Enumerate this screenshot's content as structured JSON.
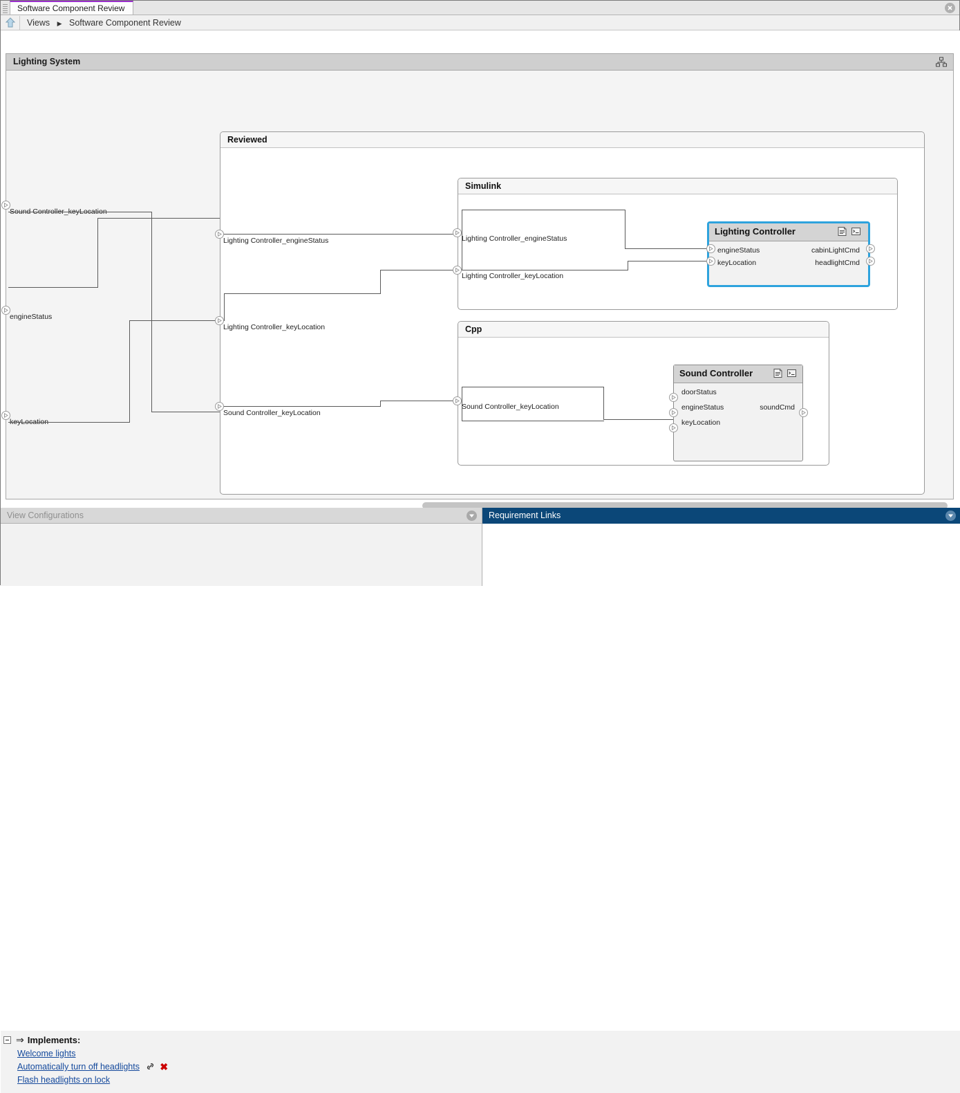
{
  "window": {
    "tab_label": "Software Component Review",
    "tab_close_icon": "close-icon"
  },
  "breadcrumb": {
    "home_icon": "up-arrow-icon",
    "root": "Views",
    "separator": "▶",
    "current": "Software Component Review"
  },
  "canvas": {
    "system": {
      "title": "Lighting System",
      "header_icon": "component-hierarchy-icon"
    },
    "interface_ports": [
      {
        "label": "Sound Controller_keyLocation"
      },
      {
        "label": "engineStatus"
      },
      {
        "label": "keyLocation"
      }
    ],
    "reviewed": {
      "title": "Reviewed",
      "ports": [
        {
          "label": "Lighting Controller_engineStatus"
        },
        {
          "label": "Lighting Controller_keyLocation"
        },
        {
          "label": "Sound Controller_keyLocation"
        }
      ]
    },
    "simulink": {
      "title": "Simulink",
      "ports": [
        {
          "label": "Lighting Controller_engineStatus"
        },
        {
          "label": "Lighting Controller_keyLocation"
        }
      ],
      "component": {
        "name": "Lighting Controller",
        "selected": true,
        "icons": [
          "document-icon",
          "code-terminal-icon"
        ],
        "inputs": [
          "engineStatus",
          "keyLocation"
        ],
        "outputs": [
          "cabinLightCmd",
          "headlightCmd"
        ]
      }
    },
    "cpp": {
      "title": "Cpp",
      "ports": [
        {
          "label": "Sound Controller_keyLocation"
        }
      ],
      "component": {
        "name": "Sound Controller",
        "selected": false,
        "icons": [
          "document-icon",
          "code-terminal-icon"
        ],
        "inputs": [
          "doorStatus",
          "engineStatus",
          "keyLocation"
        ],
        "outputs": [
          "soundCmd"
        ]
      }
    },
    "scrollbar": {
      "name": "horizontal-scrollbar"
    }
  },
  "panels": {
    "view_configurations": {
      "title": "View Configurations",
      "active": false,
      "close_icon": "panel-close-icon"
    },
    "requirement_links": {
      "title": "Requirement Links",
      "active": true,
      "close_icon": "panel-close-icon",
      "tree": {
        "root_label": "Implements:",
        "root_arrow": "⇒",
        "items": [
          {
            "label": "Welcome lights",
            "has_link_icon": false,
            "has_delete_icon": false
          },
          {
            "label": "Automatically turn off headlights",
            "has_link_icon": true,
            "has_delete_icon": true
          },
          {
            "label": "Flash headlights on lock",
            "has_link_icon": false,
            "has_delete_icon": false
          }
        ]
      }
    }
  },
  "colors": {
    "accent_tab": "#9a2ecc",
    "active_panel": "#0b4778",
    "selection": "#2ea3dd",
    "link": "#14499c",
    "canvas_bg": "#f4f4f4"
  }
}
